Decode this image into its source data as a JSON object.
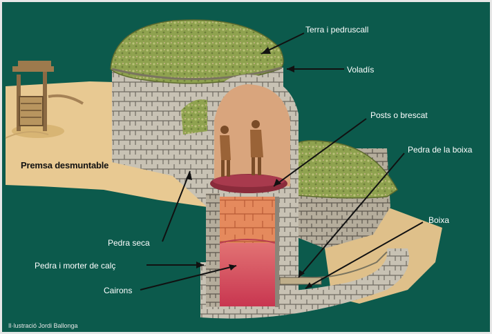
{
  "colors": {
    "background": "#0c5a4c",
    "ground": "#e8c992",
    "stone": "#c9c4b8",
    "interior": "#d9a57d",
    "brick": "#e07b4f",
    "wine": "#d8475c",
    "grass": "#8fa24f"
  },
  "labels": {
    "terra": "Terra i pedruscall",
    "voladis": "Voladís",
    "posts": "Posts o brescat",
    "pedra_boixa": "Pedra de la boixa",
    "boixa": "Boixa",
    "pedra_seca": "Pedra seca",
    "pedra_morter": "Pedra i morter de calç",
    "cairons": "Cairons",
    "premsa": "Premsa desmuntable"
  },
  "credit": "Il·lustració Jordi Ballonga"
}
